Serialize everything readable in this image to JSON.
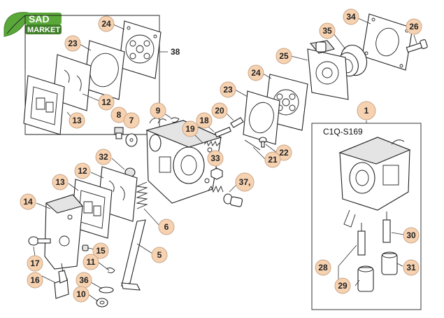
{
  "logo": {
    "line1": "SAD",
    "line2": "MARKET",
    "color_green": "#5aa83a",
    "color_dark_green": "#3f7f27"
  },
  "colors": {
    "callout_fill": "#f7d2b1",
    "callout_stroke": "#c9a78a",
    "line": "#222222"
  },
  "kit_label": "38",
  "assembly": {
    "number": "1",
    "code": "C1Q-S169"
  },
  "callouts": {
    "c1": "1",
    "c5": "5",
    "c6": "6",
    "c7": "7",
    "c8": "8",
    "c9": "9",
    "c10": "10",
    "c11": "11",
    "c12a": "12",
    "c12b": "12",
    "c13a": "13",
    "c13b": "13",
    "c14": "14",
    "c15": "15",
    "c16": "16",
    "c17": "17",
    "c18": "18",
    "c19": "19",
    "c20": "20",
    "c21": "21",
    "c22": "22",
    "c23a": "23",
    "c23b": "23",
    "c24a": "24",
    "c24b": "24",
    "c25": "25",
    "c26": "26",
    "c28": "28",
    "c29": "29",
    "c30": "30",
    "c31": "31",
    "c32": "32",
    "c33": "33",
    "c34": "34",
    "c35": "35",
    "c36": "36",
    "c37": "37,"
  }
}
